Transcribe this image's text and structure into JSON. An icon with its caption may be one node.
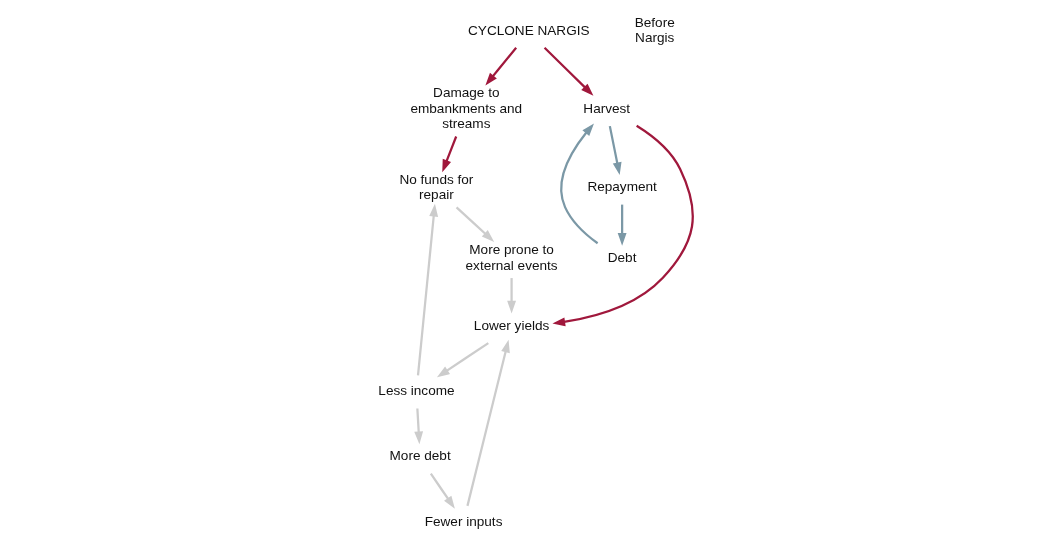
{
  "diagram": {
    "nodes": [
      {
        "text": [
          "CYCLONE NARGIS"
        ]
      },
      {
        "text": [
          "Damage to embankments and streams"
        ]
      },
      {
        "text": [
          "Debt"
        ]
      },
      {
        "text": [
          "Harvest"
        ]
      },
      {
        "text": [
          "Repayment"
        ]
      },
      {
        "text": [
          "No funds for repair"
        ]
      },
      {
        "text": [
          "Less income"
        ]
      },
      {
        "text": [
          "More debt"
        ]
      },
      {
        "text": [
          "More prone to external events"
        ]
      },
      {
        "text": [
          "Lower yields"
        ]
      },
      {
        "text": [
          "Fewer inputs"
        ]
      }
    ],
    "edges": [
      {
        "from": 0,
        "to": 1,
        "arrow": "to",
        "color": "#a0183c"
      },
      {
        "from": 1,
        "to": 5,
        "arrow": "to",
        "color": "#a0183c"
      },
      {
        "from": 0,
        "to": 3,
        "arrow": "to",
        "color": "#a0183c"
      },
      {
        "from": 2,
        "to": 3,
        "arrow": "to",
        "color": "#7b98a6"
      },
      {
        "from": 3,
        "to": 4,
        "arrow": "to",
        "color": "#7b98a6"
      },
      {
        "from": 4,
        "to": 2,
        "arrow": "to",
        "color": "#7b98a6"
      },
      {
        "from": 3,
        "to": 9,
        "arrow": "to",
        "color": "#a0183c"
      },
      {
        "from": 6,
        "to": 5,
        "arrow": "to"
      },
      {
        "from": 6,
        "to": 7,
        "arrow": "to"
      },
      {
        "from": 7,
        "to": 10,
        "arrow": "to"
      },
      {
        "from": 10,
        "to": 9,
        "arrow": "to"
      },
      {
        "from": 9,
        "to": 6,
        "arrow": "to"
      },
      {
        "from": 5,
        "to": 8,
        "arrow": "to"
      },
      {
        "from": 8,
        "to": 9,
        "arrow": "to"
      }
    ],
    "labels": [
      "Before Nargis"
    ]
  }
}
